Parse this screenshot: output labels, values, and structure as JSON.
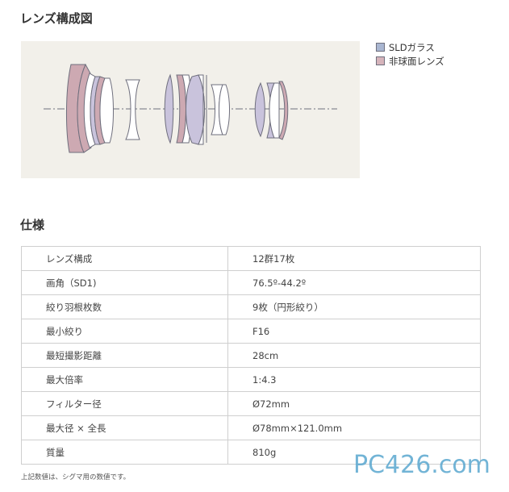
{
  "heading_lens": "レンズ構成図",
  "heading_spec": "仕様",
  "legend": [
    {
      "label": "SLDガラス",
      "color": "#a9b6d1"
    },
    {
      "label": "非球面レンズ",
      "color": "#d6b4bb"
    }
  ],
  "colors": {
    "sld": "#c9c3dc",
    "asph": "#cda9b2",
    "glass": "#ffffff",
    "stroke": "#6f6f7d",
    "box": "#f2f0ea"
  },
  "specs": [
    {
      "key": "レンズ構成",
      "value": "12群17枚"
    },
    {
      "key": "画角（SD1)",
      "value": "76.5º-44.2º"
    },
    {
      "key": "絞り羽根枚数",
      "value": "9枚（円形絞り）"
    },
    {
      "key": "最小絞り",
      "value": "F16"
    },
    {
      "key": "最短撮影距離",
      "value": "28cm"
    },
    {
      "key": "最大倍率",
      "value": "1:4.3"
    },
    {
      "key": "フィルター径",
      "value": "Ø72mm"
    },
    {
      "key": "最大径 × 全長",
      "value": "Ø78mm×121.0mm"
    },
    {
      "key": "質量",
      "value": "810g"
    }
  ],
  "footnote": "上記数値は、シグマ用の数値です。",
  "watermark": {
    "text": "PC426.com"
  }
}
